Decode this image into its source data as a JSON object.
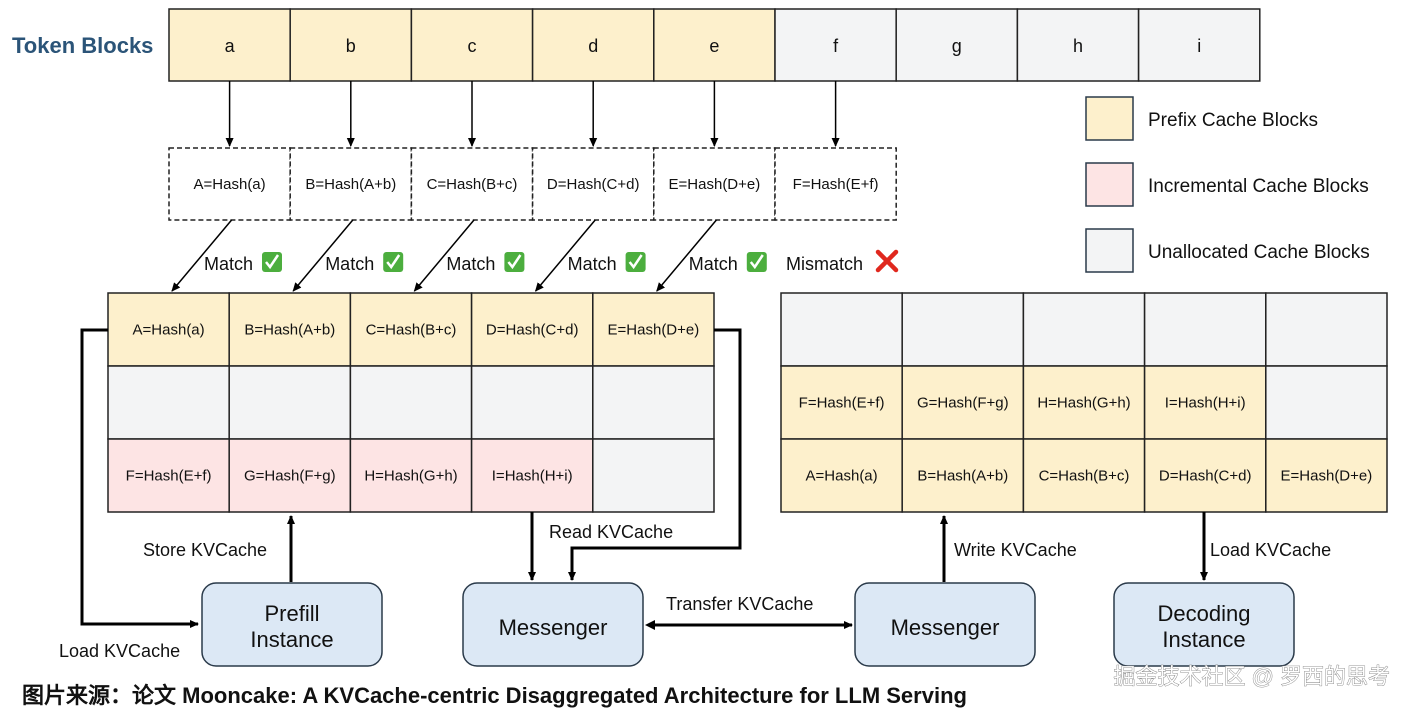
{
  "colors": {
    "prefix": "#fdf0cc",
    "incremental": "#fde4e4",
    "unallocated": "#f3f4f5",
    "instance_box": "#dce8f5",
    "title_blue": "#2b5478",
    "check_green": "#4cae3e",
    "cross_red": "#e0281e"
  },
  "token_blocks": {
    "label": "Token Blocks",
    "blocks": [
      {
        "text": "a",
        "type": "prefix"
      },
      {
        "text": "b",
        "type": "prefix"
      },
      {
        "text": "c",
        "type": "prefix"
      },
      {
        "text": "d",
        "type": "prefix"
      },
      {
        "text": "e",
        "type": "prefix"
      },
      {
        "text": "f",
        "type": "unallocated"
      },
      {
        "text": "g",
        "type": "unallocated"
      },
      {
        "text": "h",
        "type": "unallocated"
      },
      {
        "text": "i",
        "type": "unallocated"
      }
    ]
  },
  "hash_blocks": [
    "A=Hash(a)",
    "B=Hash(A+b)",
    "C=Hash(B+c)",
    "D=Hash(C+d)",
    "E=Hash(D+e)",
    "F=Hash(E+f)"
  ],
  "match_labels": [
    {
      "text": "Match",
      "status": "match",
      "icon": "check-mark-icon",
      "glyph": "✓"
    },
    {
      "text": "Match",
      "status": "match",
      "icon": "check-mark-icon",
      "glyph": "✓"
    },
    {
      "text": "Match",
      "status": "match",
      "icon": "check-mark-icon",
      "glyph": "✓"
    },
    {
      "text": "Match",
      "status": "match",
      "icon": "check-mark-icon",
      "glyph": "✓"
    },
    {
      "text": "Match",
      "status": "match",
      "icon": "check-mark-icon",
      "glyph": "✓"
    },
    {
      "text": "Mismatch",
      "status": "mismatch",
      "icon": "cross-mark-icon",
      "glyph": "✕"
    }
  ],
  "legend": [
    {
      "label": "Prefix Cache Blocks",
      "type": "prefix"
    },
    {
      "label": "Incremental Cache Blocks",
      "type": "incremental"
    },
    {
      "label": "Unallocated Cache Blocks",
      "type": "unallocated"
    }
  ],
  "prefill_cache": {
    "rows": [
      [
        {
          "text": "A=Hash(a)",
          "type": "prefix"
        },
        {
          "text": "B=Hash(A+b)",
          "type": "prefix"
        },
        {
          "text": "C=Hash(B+c)",
          "type": "prefix"
        },
        {
          "text": "D=Hash(C+d)",
          "type": "prefix"
        },
        {
          "text": "E=Hash(D+e)",
          "type": "prefix"
        }
      ],
      [
        {
          "text": "",
          "type": "unallocated"
        },
        {
          "text": "",
          "type": "unallocated"
        },
        {
          "text": "",
          "type": "unallocated"
        },
        {
          "text": "",
          "type": "unallocated"
        },
        {
          "text": "",
          "type": "unallocated"
        }
      ],
      [
        {
          "text": "F=Hash(E+f)",
          "type": "incremental"
        },
        {
          "text": "G=Hash(F+g)",
          "type": "incremental"
        },
        {
          "text": "H=Hash(G+h)",
          "type": "incremental"
        },
        {
          "text": "I=Hash(H+i)",
          "type": "incremental"
        },
        {
          "text": "",
          "type": "unallocated"
        }
      ]
    ]
  },
  "decode_cache": {
    "rows": [
      [
        {
          "text": "",
          "type": "unallocated"
        },
        {
          "text": "",
          "type": "unallocated"
        },
        {
          "text": "",
          "type": "unallocated"
        },
        {
          "text": "",
          "type": "unallocated"
        },
        {
          "text": "",
          "type": "unallocated"
        }
      ],
      [
        {
          "text": "F=Hash(E+f)",
          "type": "prefix"
        },
        {
          "text": "G=Hash(F+g)",
          "type": "prefix"
        },
        {
          "text": "H=Hash(G+h)",
          "type": "prefix"
        },
        {
          "text": "I=Hash(H+i)",
          "type": "prefix"
        },
        {
          "text": "",
          "type": "unallocated"
        }
      ],
      [
        {
          "text": "A=Hash(a)",
          "type": "prefix"
        },
        {
          "text": "B=Hash(A+b)",
          "type": "prefix"
        },
        {
          "text": "C=Hash(B+c)",
          "type": "prefix"
        },
        {
          "text": "D=Hash(C+d)",
          "type": "prefix"
        },
        {
          "text": "E=Hash(D+e)",
          "type": "prefix"
        }
      ]
    ]
  },
  "nodes": {
    "prefill": [
      "Prefill",
      "Instance"
    ],
    "messenger_left": [
      "Messenger"
    ],
    "messenger_right": [
      "Messenger"
    ],
    "decoding": [
      "Decoding",
      "Instance"
    ]
  },
  "edge_labels": {
    "store": "Store KVCache",
    "load_prefill": "Load KVCache",
    "read": "Read KVCache",
    "transfer": "Transfer KVCache",
    "write": "Write KVCache",
    "load_decode": "Load KVCache"
  },
  "caption": "图片来源：论文 Mooncake: A KVCache-centric Disaggregated Architecture for LLM Serving",
  "watermark": "掘金技术社区 @ 罗西的思考"
}
